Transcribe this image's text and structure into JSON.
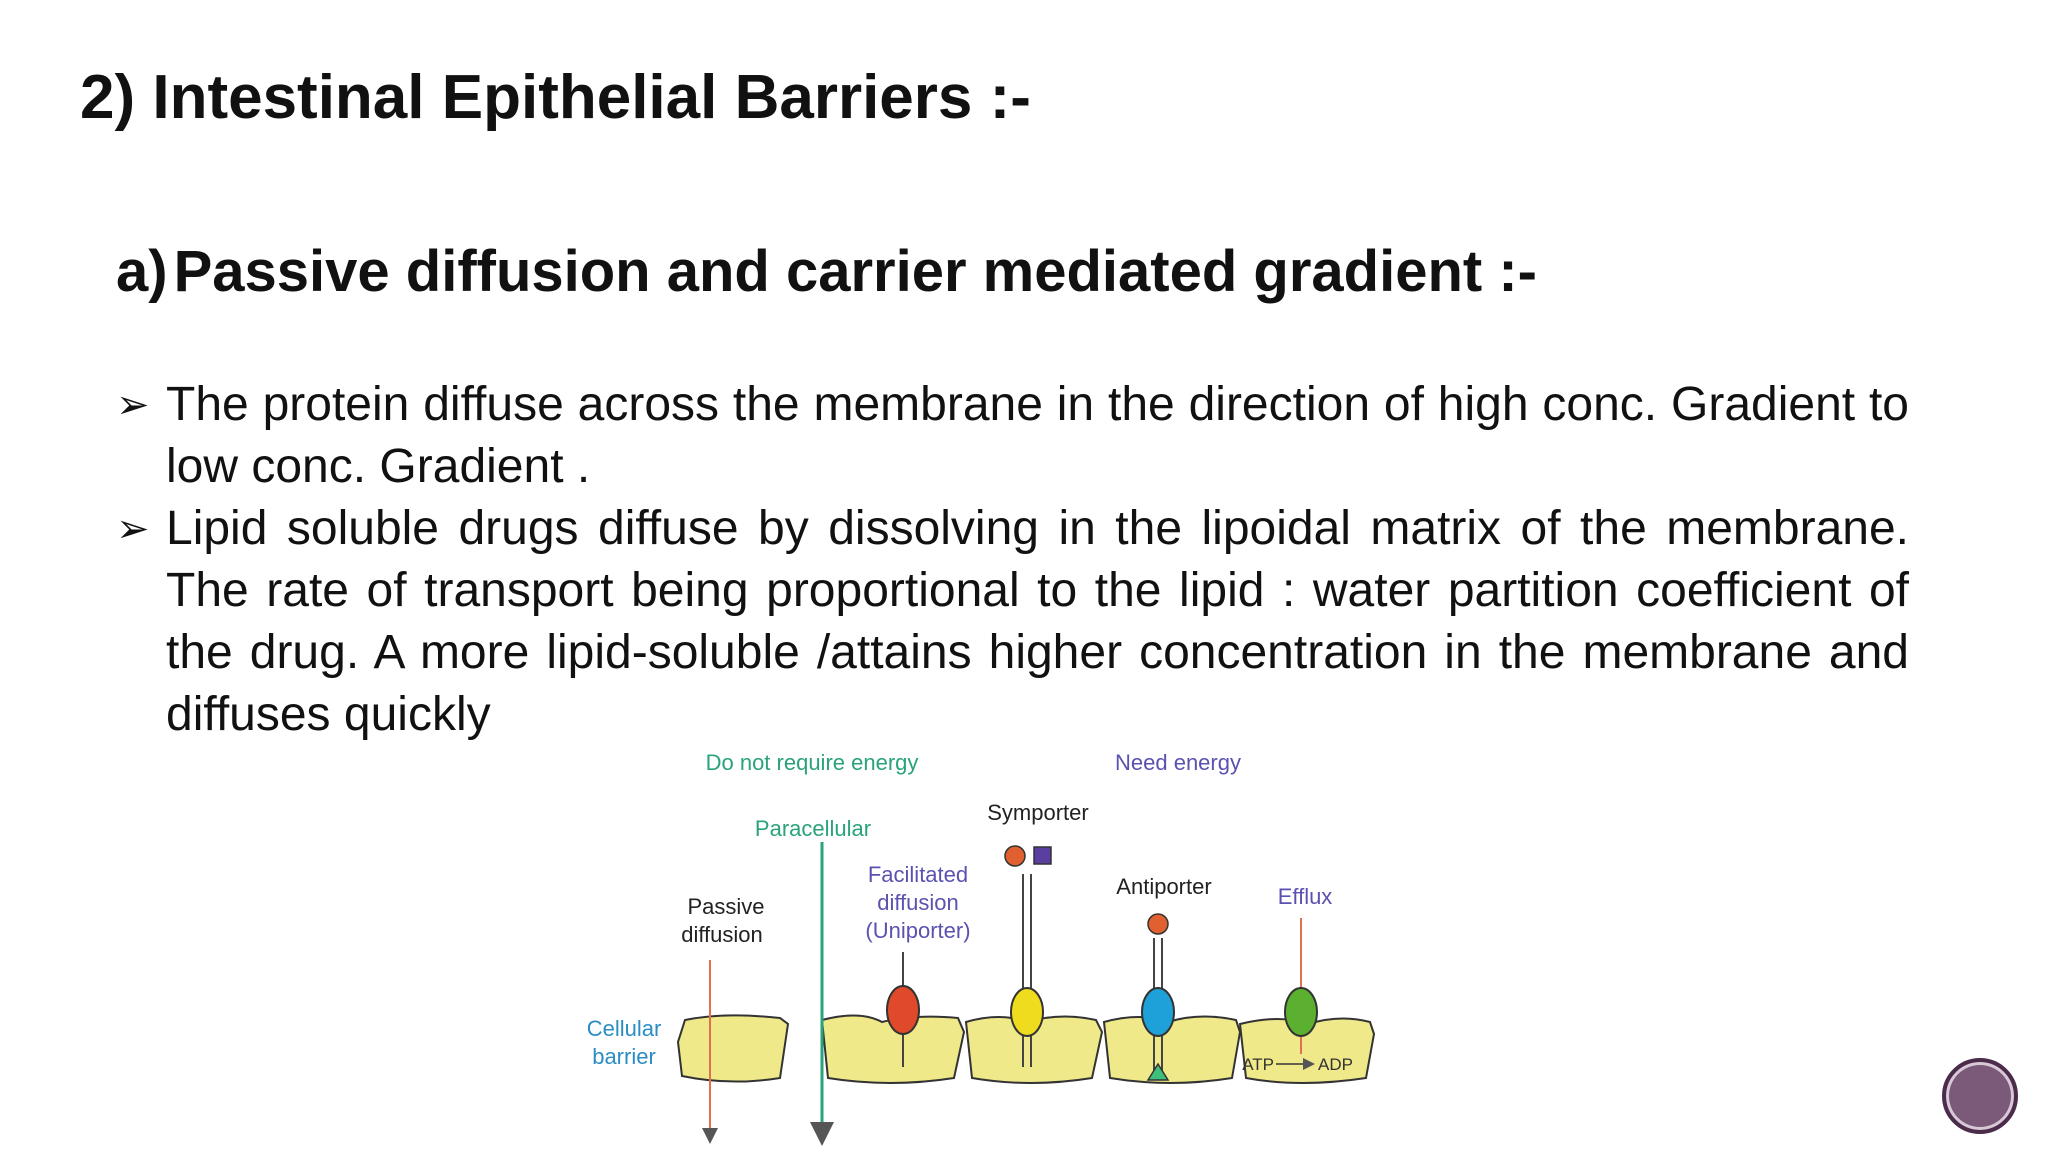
{
  "slide": {
    "title": "2) Intestinal Epithelial Barriers :-",
    "subtitle_marker": "a)",
    "subtitle": "Passive diffusion and carrier mediated gradient :-",
    "bullets": [
      "The protein diffuse across the membrane in the direction of high conc. Gradient to low conc. Gradient .",
      "Lipid soluble drugs diffuse by dissolving in the lipoidal matrix of the membrane. The rate of transport being proportional to the lipid : water partition coefficient of the drug. A more lipid-soluble /attains higher concentration in the membrane and diffuses quickly"
    ]
  },
  "diagram": {
    "header_left": "Do not require energy",
    "header_right": "Need energy",
    "paracellular": "Paracellular",
    "symporter": "Symporter",
    "facilitated_1": "Facilitated",
    "facilitated_2": "diffusion",
    "facilitated_3": "(Uniporter)",
    "passive_1": "Passive",
    "passive_2": "diffusion",
    "antiporter": "Antiporter",
    "efflux": "Efflux",
    "cellular_1": "Cellular",
    "cellular_2": "barrier",
    "atp": "ATP",
    "adp": "ADP",
    "colors": {
      "green_text": "#2aa37a",
      "purple_text": "#5a52b0",
      "blue_text": "#2a8ec4",
      "cell_fill": "#efe98a",
      "red": "#e04a2a",
      "yellow": "#f0dc1e",
      "cyan": "#1ea0d8",
      "green": "#5cb030",
      "violet": "#5a3fa0"
    }
  },
  "icons": {
    "bullet": "arrowhead-bullet-icon",
    "nav": "slide-nav-badge-icon"
  }
}
